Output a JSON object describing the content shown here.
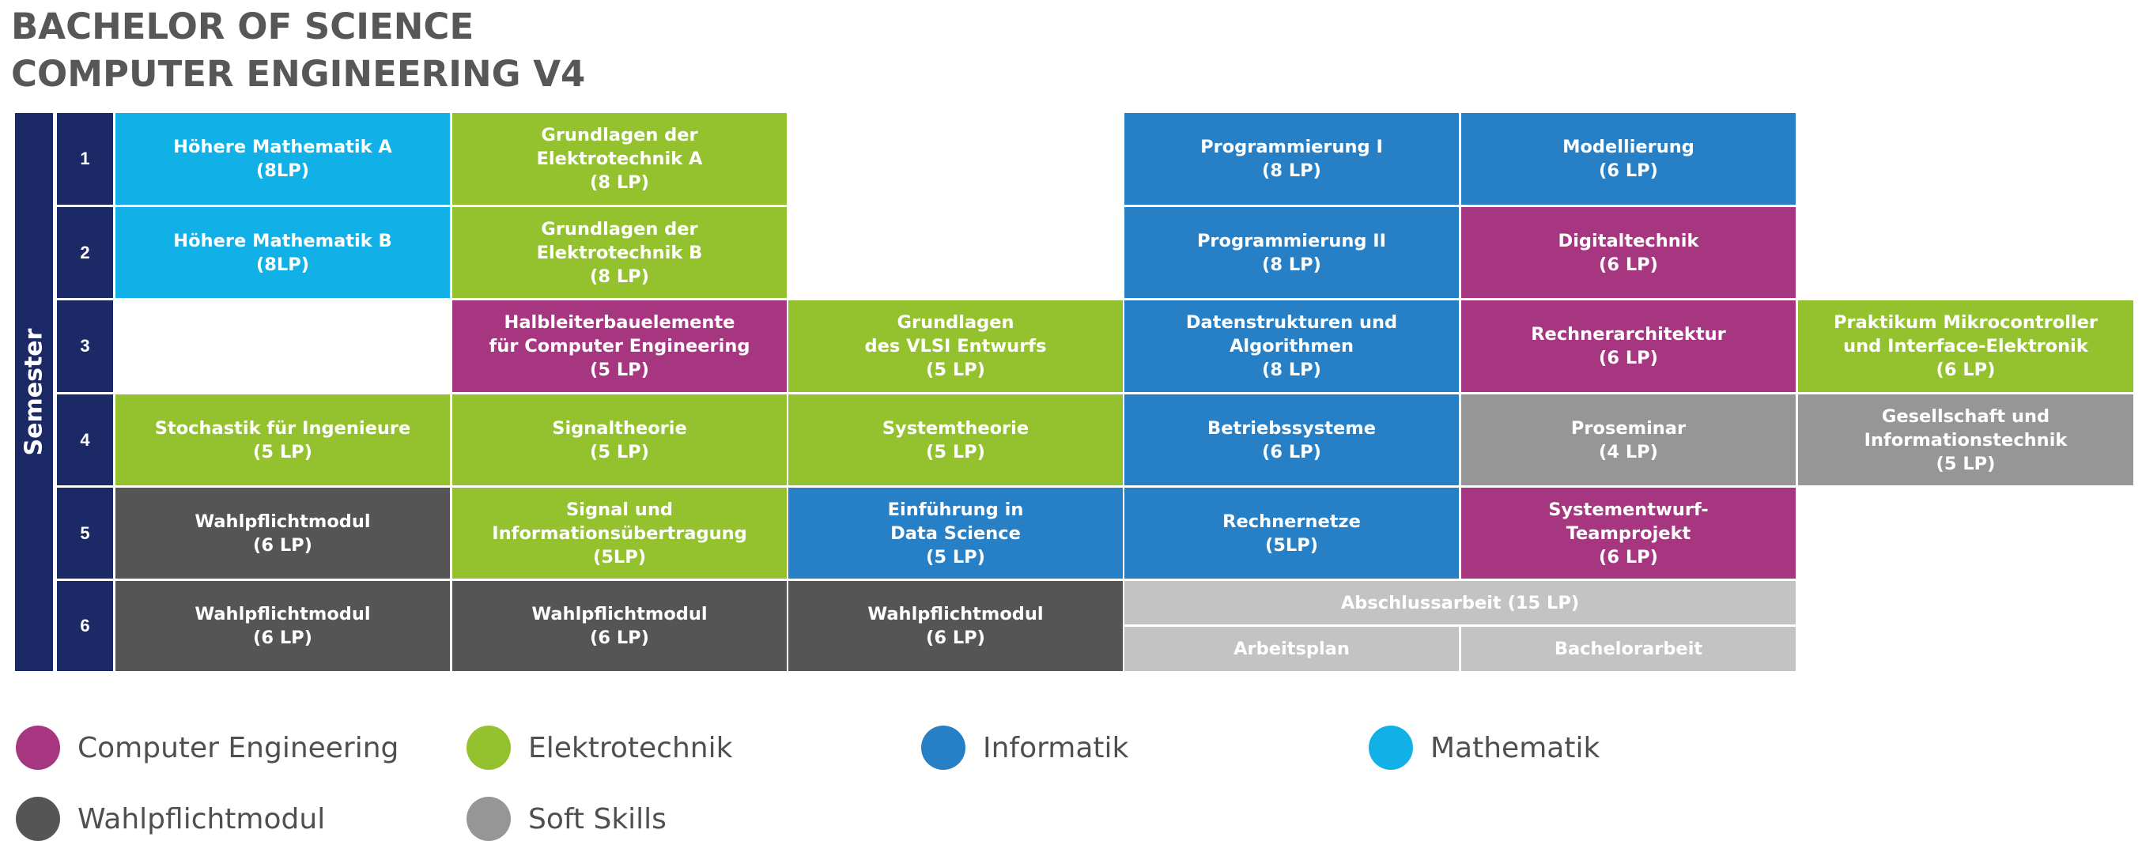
{
  "title": {
    "line1": "BACHELOR OF SCIENCE",
    "line2": "COMPUTER ENGINEERING V4"
  },
  "semester_label": "Semester",
  "semester_numbers": [
    "1",
    "2",
    "3",
    "4",
    "5",
    "6"
  ],
  "colors": {
    "computer_engineering": "#a6367f",
    "elektrotechnik": "#94c12e",
    "informatik": "#2780c6",
    "mathematik": "#11b0e6",
    "wahlpflichtmodul": "#555555",
    "soft_skills": "#969696",
    "abschluss": "#c3c3c3",
    "semester_bar": "#1b2a66"
  },
  "modules": {
    "s1_hm_a": [
      "Höhere Mathematik A",
      "(8LP)"
    ],
    "s1_get_a": [
      "Grundlagen der",
      "Elektrotechnik A",
      "(8 LP)"
    ],
    "s1_prog1": [
      "Programmierung I",
      "(8 LP)"
    ],
    "s1_modell": [
      "Modellierung",
      "(6 LP)"
    ],
    "s2_hm_b": [
      "Höhere Mathematik B",
      "(8LP)"
    ],
    "s2_get_b": [
      "Grundlagen der",
      "Elektrotechnik B",
      "(8 LP)"
    ],
    "s2_prog2": [
      "Programmierung II",
      "(8 LP)"
    ],
    "s2_digital": [
      "Digitaltechnik",
      "(6 LP)"
    ],
    "s3_halbleiter": [
      "Halbleiterbauelemente",
      "für Computer Engineering",
      "(5 LP)"
    ],
    "s3_vlsi": [
      "Grundlagen",
      "des VLSI Entwurfs",
      "(5 LP)"
    ],
    "s3_datenstrukturen": [
      "Datenstrukturen und",
      "Algorithmen",
      "(8 LP)"
    ],
    "s3_rechnerarch": [
      "Rechnerarchitektur",
      "(6 LP)"
    ],
    "s3_praktikum": [
      "Praktikum Mikrocontroller",
      "und Interface-Elektronik",
      "(6 LP)"
    ],
    "s4_stochastik": [
      "Stochastik für Ingenieure",
      "(5 LP)"
    ],
    "s4_signaltheorie": [
      "Signaltheorie",
      "(5 LP)"
    ],
    "s4_systemtheorie": [
      "Systemtheorie",
      "(5 LP)"
    ],
    "s4_betriebssysteme": [
      "Betriebssysteme",
      "(6 LP)"
    ],
    "s4_proseminar": [
      "Proseminar",
      "(4 LP)"
    ],
    "s4_gesellschaft": [
      "Gesellschaft und",
      "Informationstechnik",
      "(5 LP)"
    ],
    "s5_wpm": [
      "Wahlpflichtmodul",
      "(6 LP)"
    ],
    "s5_signal_info": [
      "Signal und",
      "Informationsübertragung",
      "(5LP)"
    ],
    "s5_data_science": [
      "Einführung in",
      "Data Science",
      "(5 LP)"
    ],
    "s5_rechnernetze": [
      "Rechnernetze",
      "(5LP)"
    ],
    "s5_systementwurf": [
      "Systementwurf-",
      "Teamprojekt",
      "(6 LP)"
    ],
    "s6_wpm1": [
      "Wahlpflichtmodul",
      "(6 LP)"
    ],
    "s6_wpm2": [
      "Wahlpflichtmodul",
      "(6 LP)"
    ],
    "s6_wpm3": [
      "Wahlpflichtmodul",
      "(6 LP)"
    ],
    "s6_abschluss": [
      "Abschlussarbeit (15 LP)"
    ],
    "s6_arbeitsplan": [
      "Arbeitsplan"
    ],
    "s6_bachelorarbeit": [
      "Bachelorarbeit"
    ]
  },
  "legend": [
    {
      "label": "Computer Engineering",
      "color": "#a6367f"
    },
    {
      "label": "Elektrotechnik",
      "color": "#94c12e"
    },
    {
      "label": "Informatik",
      "color": "#2780c6"
    },
    {
      "label": "Mathematik",
      "color": "#11b0e6"
    },
    {
      "label": "Wahlpflichtmodul",
      "color": "#555555"
    },
    {
      "label": "Soft Skills",
      "color": "#969696"
    }
  ]
}
